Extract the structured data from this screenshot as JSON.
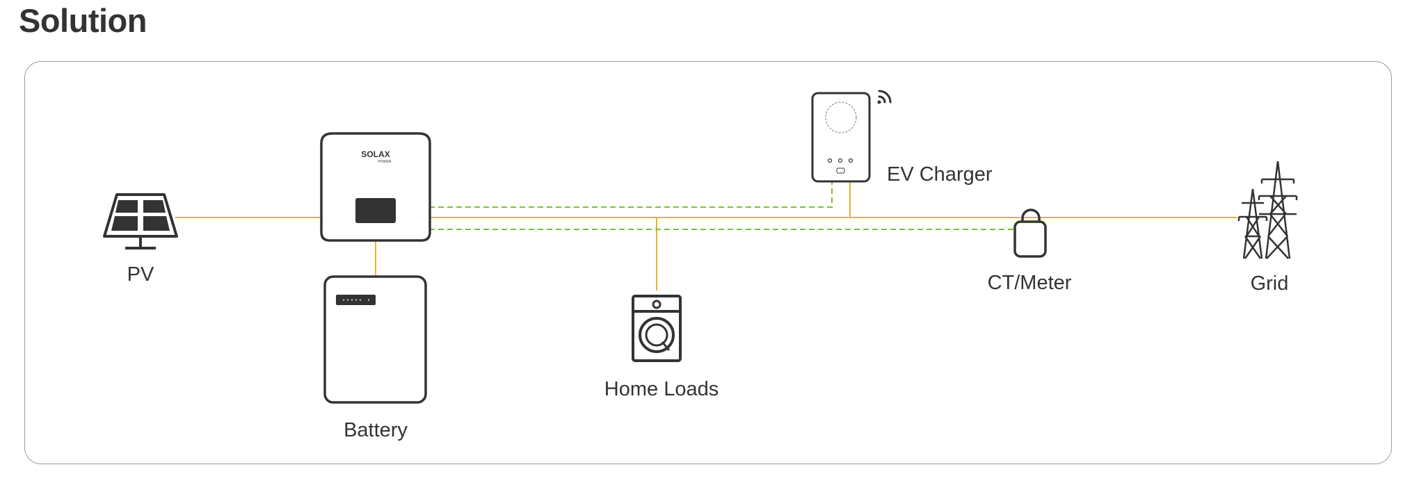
{
  "page": {
    "title": "Solution"
  },
  "diagram": {
    "colors": {
      "power_line": "#e8b52a",
      "comm_line": "#7bbf3a",
      "stroke": "#333333",
      "border": "#9a9a9a"
    },
    "nodes": {
      "pv": {
        "label": "PV",
        "icon": "solar-panel-icon"
      },
      "inverter": {
        "brand": "SOLAX",
        "sub_brand": "POWER",
        "icon": "inverter-icon"
      },
      "battery": {
        "label": "Battery",
        "icon": "battery-icon"
      },
      "home_loads": {
        "label": "Home Loads",
        "icon": "washing-machine-icon"
      },
      "ev_charger": {
        "label": "EV Charger",
        "icon": "ev-charger-icon",
        "wireless_icon": "wifi-icon"
      },
      "ct_meter": {
        "label": "CT/Meter",
        "icon": "ct-meter-icon"
      },
      "grid": {
        "label": "Grid",
        "icon": "transmission-tower-icon"
      }
    }
  }
}
